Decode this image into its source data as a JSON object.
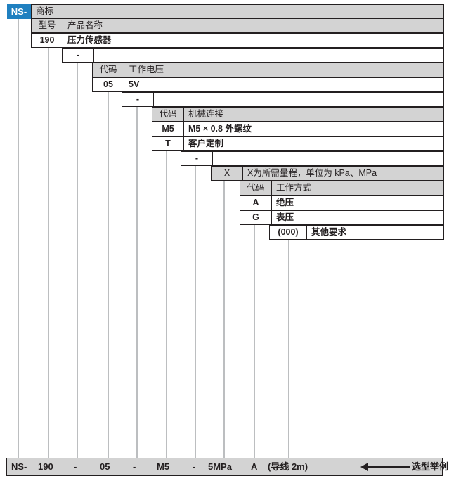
{
  "brand": {
    "code": "NS-",
    "label": "商标"
  },
  "sections": [
    {
      "id": "product",
      "header": {
        "code": "型号",
        "desc": "产品名称"
      },
      "rows": [
        {
          "code": "190",
          "desc": "压力传感器"
        }
      ],
      "separator": "-"
    },
    {
      "id": "voltage",
      "header": {
        "code": "代码",
        "desc": "工作电压"
      },
      "rows": [
        {
          "code": "05",
          "desc": "5V"
        }
      ],
      "separator": "-"
    },
    {
      "id": "mechanical",
      "header": {
        "code": "代码",
        "desc": "机械连接"
      },
      "rows": [
        {
          "code": "M5",
          "desc": "M5 × 0.8 外螺纹"
        },
        {
          "code": "T",
          "desc": "客户定制"
        }
      ],
      "separator": "-"
    },
    {
      "id": "range",
      "header": {
        "code": "X",
        "desc": "X为所需量程，单位为 kPa、MPa"
      },
      "rows": []
    },
    {
      "id": "worktype",
      "header": {
        "code": "代码",
        "desc": "工作方式"
      },
      "rows": [
        {
          "code": "A",
          "desc": "绝压"
        },
        {
          "code": "G",
          "desc": "表压"
        }
      ]
    },
    {
      "id": "other",
      "header": null,
      "rows": [
        {
          "code": "(000)",
          "desc": "其他要求"
        }
      ]
    }
  ],
  "example": {
    "tokens": [
      "NS-",
      "190",
      "-",
      "05",
      "-",
      "M5",
      "-",
      "5MPa",
      "A",
      "(导线 2m)"
    ],
    "note": "选型举例"
  },
  "colors": {
    "brand_blue": "#1f80c0",
    "header_gray": "#d3d3d3",
    "line_gray": "#bcbec0",
    "text": "#231f20"
  }
}
